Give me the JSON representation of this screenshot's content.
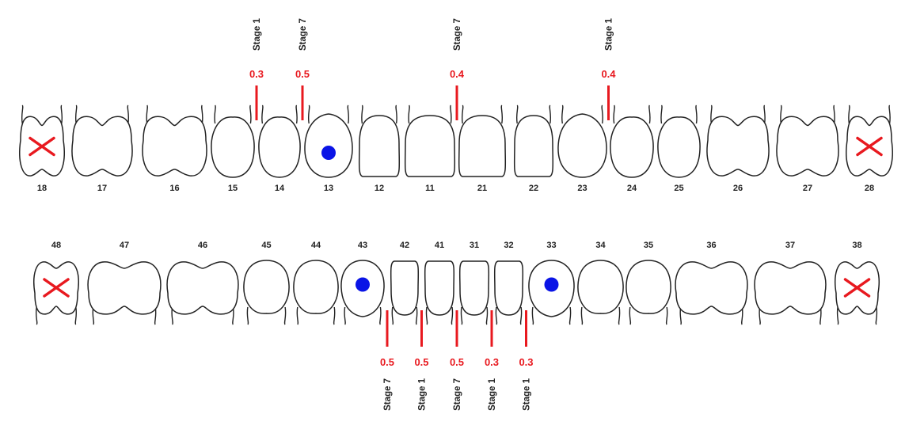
{
  "colors": {
    "mark": "#e8191f",
    "dot": "#0a14e6",
    "ink": "#222222"
  },
  "upper_teeth": [
    {
      "num": "18",
      "mark": "x"
    },
    {
      "num": "17",
      "mark": ""
    },
    {
      "num": "16",
      "mark": ""
    },
    {
      "num": "15",
      "mark": ""
    },
    {
      "num": "14",
      "mark": ""
    },
    {
      "num": "13",
      "mark": "dot"
    },
    {
      "num": "12",
      "mark": ""
    },
    {
      "num": "11",
      "mark": ""
    },
    {
      "num": "21",
      "mark": ""
    },
    {
      "num": "22",
      "mark": ""
    },
    {
      "num": "23",
      "mark": ""
    },
    {
      "num": "24",
      "mark": ""
    },
    {
      "num": "25",
      "mark": ""
    },
    {
      "num": "26",
      "mark": ""
    },
    {
      "num": "27",
      "mark": ""
    },
    {
      "num": "28",
      "mark": "x"
    }
  ],
  "lower_teeth": [
    {
      "num": "48",
      "mark": "x"
    },
    {
      "num": "47",
      "mark": ""
    },
    {
      "num": "46",
      "mark": ""
    },
    {
      "num": "45",
      "mark": ""
    },
    {
      "num": "44",
      "mark": ""
    },
    {
      "num": "43",
      "mark": "dot"
    },
    {
      "num": "42",
      "mark": ""
    },
    {
      "num": "41",
      "mark": ""
    },
    {
      "num": "31",
      "mark": ""
    },
    {
      "num": "32",
      "mark": ""
    },
    {
      "num": "33",
      "mark": "dot"
    },
    {
      "num": "34",
      "mark": ""
    },
    {
      "num": "35",
      "mark": ""
    },
    {
      "num": "36",
      "mark": ""
    },
    {
      "num": "37",
      "mark": ""
    },
    {
      "num": "38",
      "mark": "x"
    }
  ],
  "upper_implants": [
    {
      "between": [
        "15",
        "14"
      ],
      "value": "0.3",
      "stage": "Stage 1"
    },
    {
      "between": [
        "14",
        "13"
      ],
      "value": "0.5",
      "stage": "Stage 7"
    },
    {
      "between": [
        "11",
        "21"
      ],
      "value": "0.4",
      "stage": "Stage 7"
    },
    {
      "between": [
        "23",
        "24"
      ],
      "value": "0.4",
      "stage": "Stage 1"
    }
  ],
  "lower_implants": [
    {
      "between": [
        "43",
        "42"
      ],
      "value": "0.5",
      "stage": "Stage 7"
    },
    {
      "between": [
        "42",
        "41"
      ],
      "value": "0.5",
      "stage": "Stage 1"
    },
    {
      "between": [
        "41",
        "31"
      ],
      "value": "0.5",
      "stage": "Stage 7"
    },
    {
      "between": [
        "31",
        "32"
      ],
      "value": "0.3",
      "stage": "Stage 1"
    },
    {
      "between": [
        "32",
        "33"
      ],
      "value": "0.3",
      "stage": "Stage 1"
    }
  ]
}
